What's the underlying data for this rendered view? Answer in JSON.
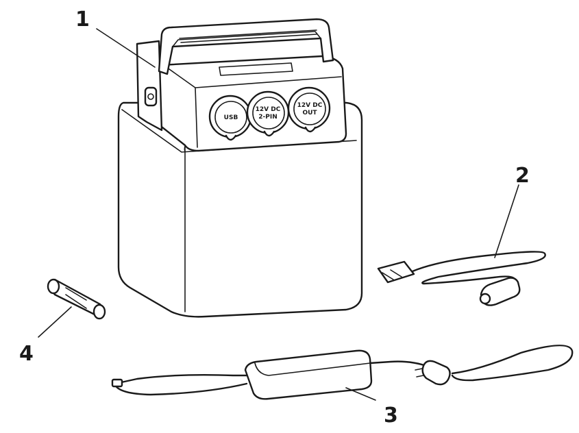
{
  "callouts": [
    {
      "id": "1",
      "label": "1"
    },
    {
      "id": "2",
      "label": "2"
    },
    {
      "id": "3",
      "label": "3"
    },
    {
      "id": "4",
      "label": "4"
    }
  ],
  "ports": [
    {
      "label_lines": [
        "USB"
      ]
    },
    {
      "label_lines": [
        "12V DC",
        "2-PIN"
      ]
    },
    {
      "label_lines": [
        "12V DC",
        "OUT"
      ]
    }
  ]
}
